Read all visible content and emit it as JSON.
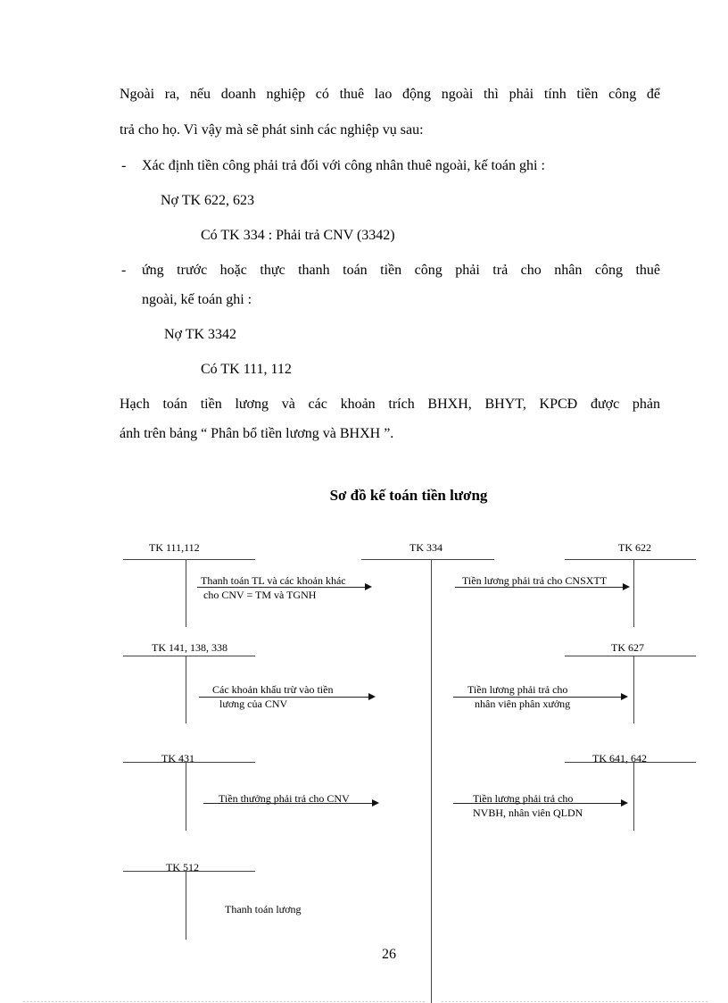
{
  "document": {
    "paragraphs": [
      {
        "line1": "Ngoài ra, nếu doanh nghiệp có thuê lao động ngoài thì phải tính tiền công để",
        "line2": "trả cho họ. Vì vậy mà sẽ phát sinh các nghiệp vụ sau:"
      },
      {
        "bullet": "-",
        "text": "Xác định tiền công phải trả đối với công nhân thuê ngoài, kế toán ghi :"
      },
      {
        "text": "Nợ TK 622, 623"
      },
      {
        "text": "Có TK 334 : Phải trả CNV (3342)"
      },
      {
        "bullet": "-",
        "line1": "ứng trước hoặc thực thanh toán tiền công phải trả cho nhân công thuê",
        "line2": "ngoài, kế toán ghi :"
      },
      {
        "text": "Nợ TK 3342"
      },
      {
        "text": "Có TK 111, 112"
      },
      {
        "line1": "Hạch toán tiền lương và các khoản trích BHXH, BHYT, KPCĐ được phản",
        "line2": "ánh trên bảng “ Phân bổ tiền lương và BHXH ”."
      }
    ],
    "page_number": "26"
  },
  "diagram": {
    "title": "Sơ đồ kế toán tiền lương",
    "accounts": {
      "tk111": "TK 111,112",
      "tk334": "TK 334",
      "tk622": "TK 622",
      "tk141": "TK 141, 138, 338",
      "tk627": "TK 627",
      "tk431": "TK 431",
      "tk641": "TK 641, 642",
      "tk512": "TK 512"
    },
    "flows": {
      "f1_line1": "Thanh toán TL và  các khoản khác",
      "f1_line2": "cho CNV  = TM và TGNH",
      "f2_line1": "Tiền lương phải trả cho  CNSXTT",
      "f3_line1": "Các khoản khấu trừ vào  tiền",
      "f3_line2": "lương của CNV",
      "f4_line1": "Tiền lương phải trả cho",
      "f4_line2": "nhân viên phân xưởng",
      "f5_line1": "Tiền thưởng phải trả cho CNV",
      "f6_line1": "Tiền lương phải trả cho",
      "f6_line2": "NVBH,  nhân viên QLDN",
      "f7_line1": "Thanh toán lương"
    }
  }
}
